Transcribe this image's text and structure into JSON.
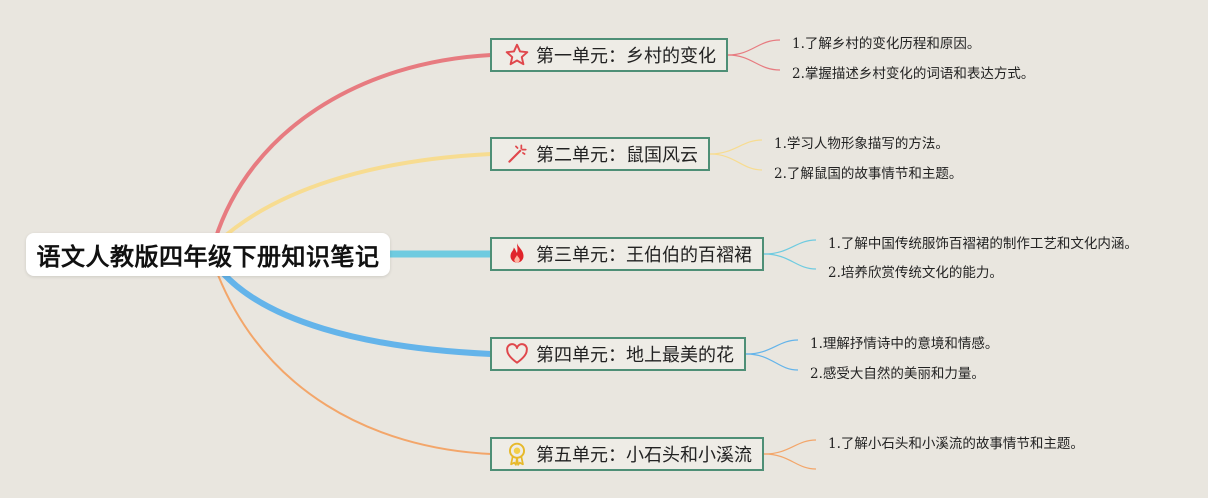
{
  "root": {
    "title": "语文人教版四年级下册知识笔记"
  },
  "units": [
    {
      "title": "第一单元：乡村的变化",
      "icon": "star-icon",
      "color": "#e77b80",
      "notes": [
        "1.了解乡村的变化历程和原因。",
        "2.掌握描述乡村变化的词语和表达方式。"
      ]
    },
    {
      "title": "第二单元：鼠国风云",
      "icon": "magic-wand-icon",
      "color": "#f7dc91",
      "notes": [
        "1.学习人物形象描写的方法。",
        "2.了解鼠国的故事情节和主题。"
      ]
    },
    {
      "title": "第三单元：王伯伯的百褶裙",
      "icon": "flame-icon",
      "color": "#6fcbe0",
      "notes": [
        "1.了解中国传统服饰百褶裙的制作工艺和文化内涵。",
        "2.培养欣赏传统文化的能力。"
      ]
    },
    {
      "title": "第四单元：地上最美的花",
      "icon": "heart-icon",
      "color": "#64b4ea",
      "notes": [
        "1.理解抒情诗中的意境和情感。",
        "2.感受大自然的美丽和力量。"
      ]
    },
    {
      "title": "第五单元：小石头和小溪流",
      "icon": "medal-icon",
      "color": "#f3a66a",
      "notes": [
        "1.了解小石头和小溪流的故事情节和主题。"
      ]
    }
  ]
}
